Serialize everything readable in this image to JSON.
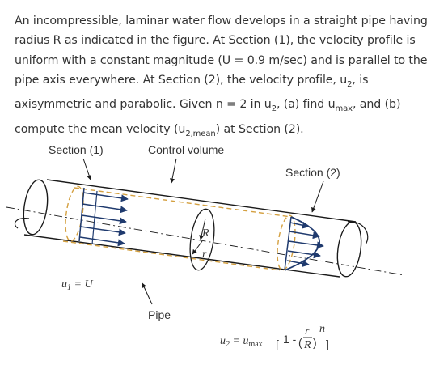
{
  "problem": {
    "lines": [
      "An incompressible, laminar water flow develops in a straight pipe having",
      "radius R as indicated in the figure. At Section (1), the velocity profile is",
      "uniform with a constant magnitude (U = 0.9 m/sec) and is parallel to the",
      "pipe axis everywhere. At Section (2), the velocity profile, u",
      "axisymmetric and parabolic. Given n = 2 in u",
      "compute the mean velocity (u"
    ],
    "line4_sub": "2",
    "line4_tail": ", is",
    "line5_sub": "2",
    "line5_mid": ", (a) find u",
    "line5_sub2": "max",
    "line5_tail": ", and (b)",
    "line6_sub": "2,mean",
    "line6_tail": ") at Section (2)."
  },
  "figure": {
    "section1_label": "Section (1)",
    "control_volume_label": "Control volume",
    "section2_label": "Section (2)",
    "pipe_label": "Pipe",
    "radius_label": "R",
    "r_label": "r",
    "u1_label": "u",
    "u1_sub": "1",
    "u1_eq": " = U",
    "u2_label": "u",
    "u2_sub": "2",
    "u2_eq": " = u",
    "umax_sub": "max",
    "bracket_open": "[",
    "one_minus": "1 - ",
    "paren_open": "(",
    "r_over": "r",
    "R_under": "R",
    "paren_close": ")",
    "exponent": "n",
    "bracket_close": "]",
    "colors": {
      "stroke": "#1a1a1a",
      "arrow": "#1f3a6e",
      "dashed": "#d4a040",
      "text": "#333333"
    }
  }
}
